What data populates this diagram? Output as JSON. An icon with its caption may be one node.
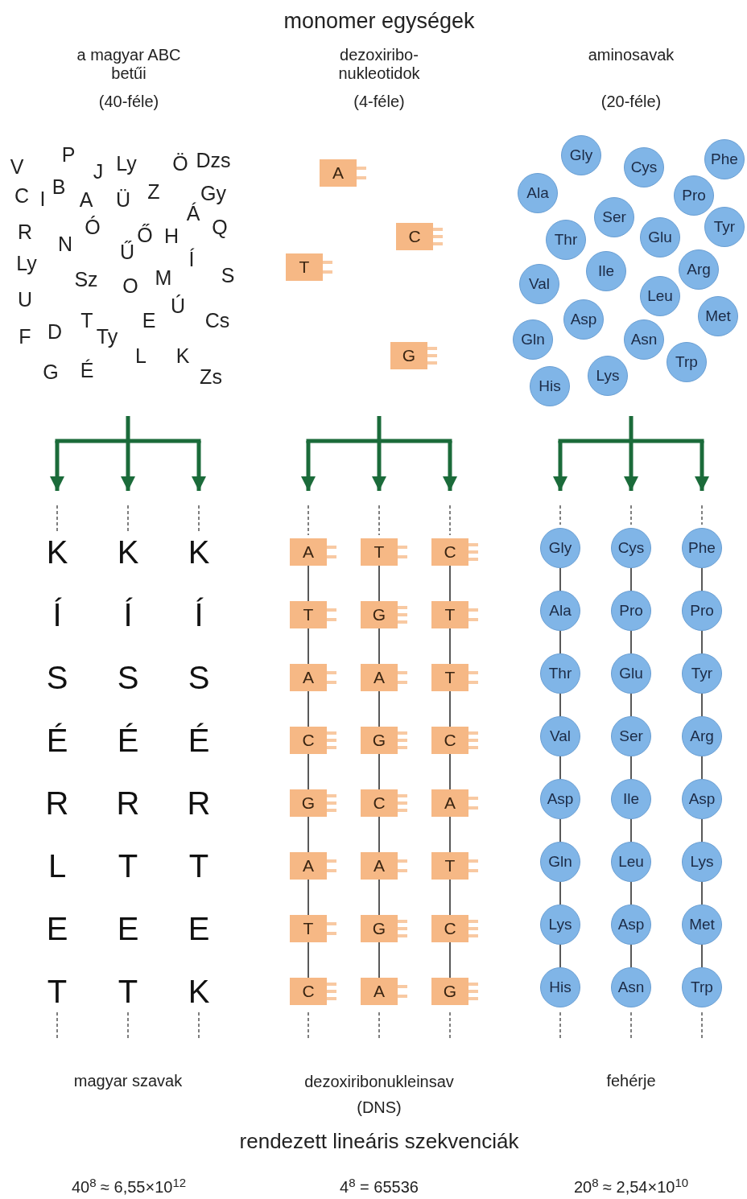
{
  "diagram": {
    "title": "monomer egységek",
    "nodes": [
      {
        "text": [
          "A"
        ]
      },
      {
        "text": [
          "C"
        ]
      },
      {
        "text": [
          "T"
        ]
      },
      {
        "text": [
          "G"
        ]
      },
      {
        "text": [
          "Gly"
        ]
      },
      {
        "text": [
          "Phe"
        ]
      },
      {
        "text": [
          "Cys"
        ]
      },
      {
        "text": [
          "Ala"
        ]
      },
      {
        "text": [
          "Pro"
        ]
      },
      {
        "text": [
          "Ser"
        ]
      },
      {
        "text": [
          "Tyr"
        ]
      },
      {
        "text": [
          "Glu"
        ]
      },
      {
        "text": [
          "Thr"
        ]
      },
      {
        "text": [
          "Arg"
        ]
      },
      {
        "text": [
          "Ile"
        ]
      },
      {
        "text": [
          "Val"
        ]
      },
      {
        "text": [
          "Leu"
        ]
      },
      {
        "text": [
          "Met"
        ]
      },
      {
        "text": [
          "Asp"
        ]
      },
      {
        "text": [
          "Gln"
        ]
      },
      {
        "text": [
          "Asn"
        ]
      },
      {
        "text": [
          "Trp"
        ]
      },
      {
        "text": [
          "Lys"
        ]
      },
      {
        "text": [
          "His"
        ]
      },
      {
        "text": [
          "K"
        ]
      },
      {
        "text": [
          "K"
        ]
      },
      {
        "text": [
          "K"
        ]
      },
      {
        "text": [
          "A"
        ]
      },
      {
        "text": [
          "T"
        ]
      },
      {
        "text": [
          "A"
        ]
      },
      {
        "text": [
          "C"
        ]
      },
      {
        "text": [
          "G"
        ]
      },
      {
        "text": [
          "A"
        ]
      },
      {
        "text": [
          "T"
        ]
      },
      {
        "text": [
          "C"
        ]
      },
      {
        "text": [
          "T"
        ]
      },
      {
        "text": [
          "G"
        ]
      },
      {
        "text": [
          "A"
        ]
      },
      {
        "text": [
          "G"
        ]
      },
      {
        "text": [
          "C"
        ]
      },
      {
        "text": [
          "A"
        ]
      },
      {
        "text": [
          "G"
        ]
      },
      {
        "text": [
          "A"
        ]
      },
      {
        "text": [
          "C"
        ]
      },
      {
        "text": [
          "T"
        ]
      },
      {
        "text": [
          "T"
        ]
      },
      {
        "text": [
          "C"
        ]
      },
      {
        "text": [
          "A"
        ]
      },
      {
        "text": [
          "T"
        ]
      },
      {
        "text": [
          "C"
        ]
      },
      {
        "text": [
          "G"
        ]
      },
      {
        "text": [
          "Gly"
        ]
      },
      {
        "text": [
          "Ala"
        ]
      },
      {
        "text": [
          "Thr"
        ]
      },
      {
        "text": [
          "Val"
        ]
      },
      {
        "text": [
          "Asp"
        ]
      },
      {
        "text": [
          "Gln"
        ]
      },
      {
        "text": [
          "Lys"
        ]
      },
      {
        "text": [
          "His"
        ]
      },
      {
        "text": [
          "Cys"
        ]
      },
      {
        "text": [
          "Pro"
        ]
      },
      {
        "text": [
          "Glu"
        ]
      },
      {
        "text": [
          "Ser"
        ]
      },
      {
        "text": [
          "Ile"
        ]
      },
      {
        "text": [
          "Leu"
        ]
      },
      {
        "text": [
          "Asp"
        ]
      },
      {
        "text": [
          "Asn"
        ]
      },
      {
        "text": [
          "Phe"
        ]
      },
      {
        "text": [
          "Pro"
        ]
      },
      {
        "text": [
          "Tyr"
        ]
      },
      {
        "text": [
          "Arg"
        ]
      },
      {
        "text": [
          "Asp"
        ]
      },
      {
        "text": [
          "Lys"
        ]
      },
      {
        "text": [
          "Met"
        ]
      },
      {
        "text": [
          "Trp"
        ]
      }
    ],
    "edges": [
      {
        "from": null,
        "to": 24,
        "arrow": "to",
        "style": "thick",
        "color": "#1b6b3a"
      },
      {
        "from": null,
        "to": 25,
        "arrow": "to",
        "style": "thick",
        "color": "#1b6b3a"
      },
      {
        "from": null,
        "to": 26,
        "arrow": "to",
        "style": "thick",
        "color": "#1b6b3a"
      },
      {
        "from": null,
        "to": 27,
        "arrow": "to",
        "style": "thick",
        "color": "#1b6b3a"
      },
      {
        "from": null,
        "to": 35,
        "arrow": "to",
        "style": "thick",
        "color": "#1b6b3a"
      },
      {
        "from": null,
        "to": 43,
        "arrow": "to",
        "style": "thick",
        "color": "#1b6b3a"
      },
      {
        "from": null,
        "to": 51,
        "arrow": "to",
        "style": "thick",
        "color": "#1b6b3a"
      },
      {
        "from": null,
        "to": 59,
        "arrow": "to",
        "style": "thick",
        "color": "#1b6b3a"
      },
      {
        "from": null,
        "to": 67,
        "arrow": "to",
        "style": "thick",
        "color": "#1b6b3a"
      },
      {
        "from": 27,
        "to": 28,
        "arrow": "none"
      },
      {
        "from": 28,
        "to": 29,
        "arrow": "none"
      },
      {
        "from": 29,
        "to": 30,
        "arrow": "none"
      },
      {
        "from": 30,
        "to": 31,
        "arrow": "none"
      },
      {
        "from": 31,
        "to": 32,
        "arrow": "none"
      },
      {
        "from": 32,
        "to": 33,
        "arrow": "none"
      },
      {
        "from": 33,
        "to": 34,
        "arrow": "none"
      },
      {
        "from": 35,
        "to": 36,
        "arrow": "none"
      },
      {
        "from": 36,
        "to": 37,
        "arrow": "none"
      },
      {
        "from": 37,
        "to": 38,
        "arrow": "none"
      },
      {
        "from": 38,
        "to": 39,
        "arrow": "none"
      },
      {
        "from": 39,
        "to": 40,
        "arrow": "none"
      },
      {
        "from": 40,
        "to": 41,
        "arrow": "none"
      },
      {
        "from": 41,
        "to": 42,
        "arrow": "none"
      },
      {
        "from": 43,
        "to": 44,
        "arrow": "none"
      },
      {
        "from": 44,
        "to": 45,
        "arrow": "none"
      },
      {
        "from": 45,
        "to": 46,
        "arrow": "none"
      },
      {
        "from": 46,
        "to": 47,
        "arrow": "none"
      },
      {
        "from": 47,
        "to": 48,
        "arrow": "none"
      },
      {
        "from": 48,
        "to": 49,
        "arrow": "none"
      },
      {
        "from": 49,
        "to": 50,
        "arrow": "none"
      },
      {
        "from": 51,
        "to": 52,
        "arrow": "none"
      },
      {
        "from": 52,
        "to": 53,
        "arrow": "none"
      },
      {
        "from": 53,
        "to": 54,
        "arrow": "none"
      },
      {
        "from": 54,
        "to": 55,
        "arrow": "none"
      },
      {
        "from": 55,
        "to": 56,
        "arrow": "none"
      },
      {
        "from": 56,
        "to": 57,
        "arrow": "none"
      },
      {
        "from": 57,
        "to": 58,
        "arrow": "none"
      },
      {
        "from": 59,
        "to": 60,
        "arrow": "none"
      },
      {
        "from": 60,
        "to": 61,
        "arrow": "none"
      },
      {
        "from": 61,
        "to": 62,
        "arrow": "none"
      },
      {
        "from": 62,
        "to": 63,
        "arrow": "none"
      },
      {
        "from": 63,
        "to": 64,
        "arrow": "none"
      },
      {
        "from": 64,
        "to": 65,
        "arrow": "none"
      },
      {
        "from": 65,
        "to": 66,
        "arrow": "none"
      },
      {
        "from": 67,
        "to": 68,
        "arrow": "none"
      },
      {
        "from": 68,
        "to": 69,
        "arrow": "none"
      },
      {
        "from": 69,
        "to": 70,
        "arrow": "none"
      },
      {
        "from": 70,
        "to": 71,
        "arrow": "none"
      },
      {
        "from": 71,
        "to": 72,
        "arrow": "none"
      },
      {
        "from": 72,
        "to": 73,
        "arrow": "none"
      },
      {
        "from": 73,
        "to": 74,
        "arrow": "none"
      }
    ],
    "labels": [
      "a magyar ABC betűi",
      "dezoxiribo- nukleotidok",
      "aminosavak",
      "(40-féle)",
      "(4-féle)",
      "(20-féle)",
      "V",
      "P",
      "J",
      "Ly",
      "Ö",
      "Dzs",
      "C",
      "I",
      "B",
      "A",
      "Ü",
      "Z",
      "Gy",
      "Á",
      "R",
      "Ó",
      "Q",
      "N",
      "Ő",
      "H",
      "Ű",
      "Í",
      "Ly",
      "Sz",
      "O",
      "M",
      "S",
      "U",
      "Ú",
      "T",
      "E",
      "Cs",
      "F",
      "D",
      "Ty",
      "L",
      "K",
      "G",
      "É",
      "Zs",
      "Í",
      "Í",
      "Í",
      "S",
      "S",
      "S",
      "É",
      "É",
      "É",
      "R",
      "R",
      "R",
      "L",
      "T",
      "T",
      "E",
      "E",
      "E",
      "T",
      "T",
      "K",
      "magyar szavak",
      "dezoxiribonukleinsav (DNS)",
      "fehérje",
      "rendezett lineáris szekvenciák",
      "40$^{8}$ ≈ 6,55×10$^{12}$",
      "4$^{8}$ = 65536",
      "20$^{8}$ ≈ 2,54×10$^{10}$"
    ]
  }
}
